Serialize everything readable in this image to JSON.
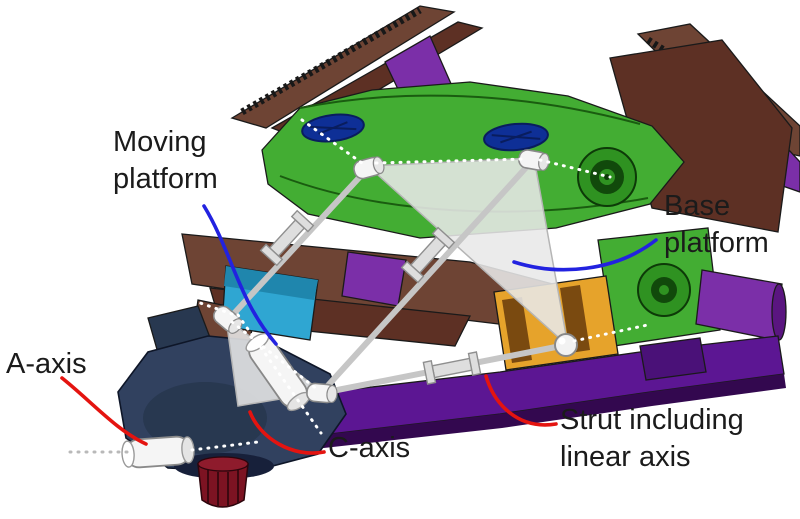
{
  "diagram": {
    "labels": {
      "moving_platform": "Moving\nplatform",
      "base_platform": "Base\nplatform",
      "a_axis": "A-axis",
      "c_axis": "C-axis",
      "strut": "Strut including\nlinear axis"
    }
  },
  "colors": {
    "label-text": "#1b1b1b",
    "leader-blue": "#2222e0",
    "leader-red": "#e41410",
    "platform-green": "#43ad33",
    "platform-green-dark": "#2f9221",
    "beam-brown": "#6e4434",
    "plate-brown-dark": "#5d3024",
    "accent-purple": "#7b2fa8",
    "rail-purple": "#5c1693",
    "spindle-navy": "#31415f",
    "block-cyan": "#2fa6d2",
    "block-orange": "#e6a32b",
    "cap-red": "#7c1322",
    "hole-blue": "#0e2f96",
    "overlay-gray": "#e8e8e8",
    "strut-gray": "#c6c6c6",
    "joint-white": "#f5f5f5"
  }
}
